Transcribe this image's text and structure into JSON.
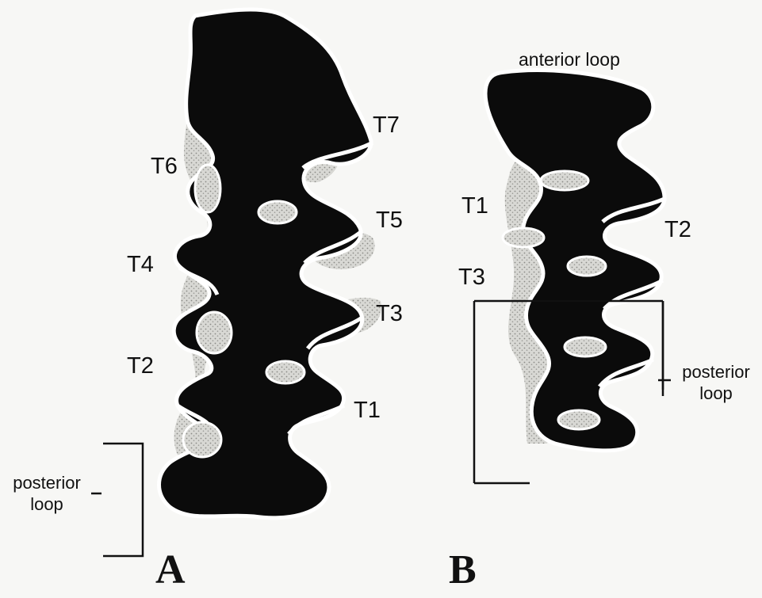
{
  "figure": {
    "panel_a": {
      "letter": "A",
      "tooth_labels": [
        "T7",
        "T6",
        "T5",
        "T4",
        "T3",
        "T2",
        "T1"
      ],
      "posterior_loop_line1": "posterior",
      "posterior_loop_line2": "loop"
    },
    "panel_b": {
      "letter": "B",
      "anterior_loop": "anterior loop",
      "tooth_labels": [
        "T1",
        "T2",
        "T3"
      ],
      "posterior_loop_line1": "posterior",
      "posterior_loop_line2": "loop"
    }
  },
  "colors": {
    "enamel_black": "#0b0b0b",
    "dentine_stipple": "#cfcfcb",
    "outline_white": "#ffffff",
    "page_background": "#f7f7f5"
  }
}
